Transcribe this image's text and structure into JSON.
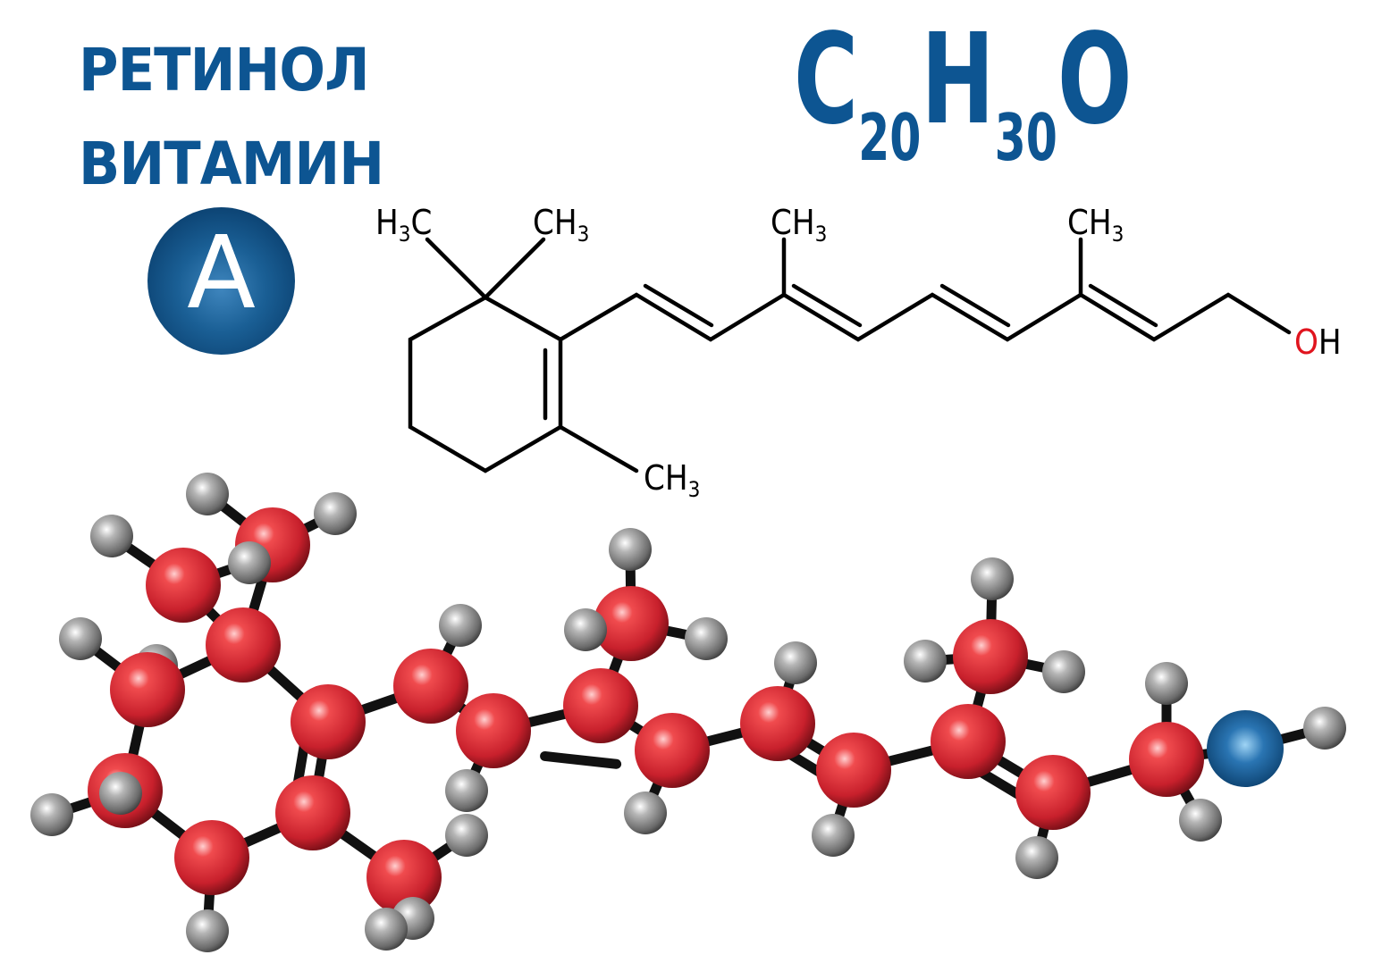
{
  "title": {
    "line1": "РЕТИНОЛ",
    "line2": "ВИТАМИН"
  },
  "badge": {
    "letter": "A"
  },
  "formula": {
    "c": "C",
    "c_count": "20",
    "h": "H",
    "h_count": "30",
    "o": "O"
  },
  "structure_labels": {
    "methyl_left": {
      "main": "H",
      "sub": "3",
      "tail": "C"
    },
    "methyl_ring_top": {
      "main": "CH",
      "sub": "3"
    },
    "methyl_ring_bottom": {
      "main": "CH",
      "sub": "3"
    },
    "methyl_chain_1": {
      "main": "CH",
      "sub": "3"
    },
    "methyl_chain_2": {
      "main": "CH",
      "sub": "3"
    },
    "hydroxyl": {
      "o": "O",
      "h": "H"
    }
  },
  "colors": {
    "brand_blue": "#0d5592",
    "carbon": "#c8202c",
    "hydrogen": "#8a8a8a",
    "oxygen": "#1a5f95",
    "oxygen_label": "#e0141e"
  }
}
